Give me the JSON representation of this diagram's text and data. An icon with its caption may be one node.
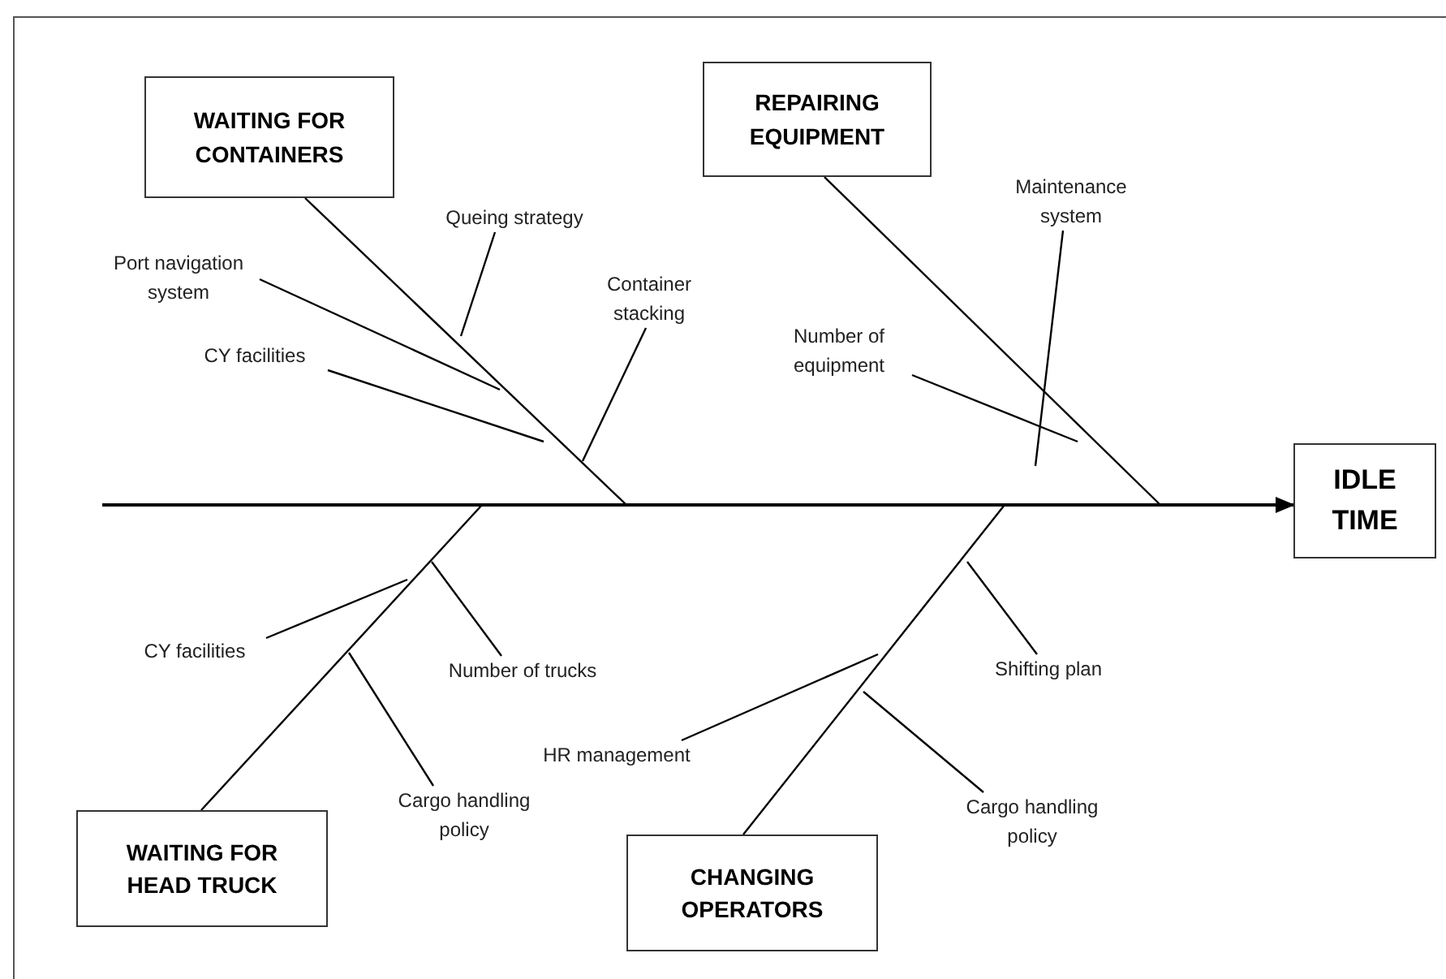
{
  "diagram": {
    "nodes": [
      {
        "text": [
          "WAITING FOR CONTAINERS"
        ]
      },
      {
        "text": [
          "REPAIRING EQUIPMENT"
        ]
      },
      {
        "text": [
          "Maintenance system"
        ]
      },
      {
        "text": [
          "Queing strategy"
        ]
      },
      {
        "text": [
          "Port navigation system"
        ]
      },
      {
        "text": [
          "Container stacking"
        ]
      },
      {
        "text": [
          "Number of equipment"
        ]
      },
      {
        "text": [
          "CY facilities"
        ]
      },
      {
        "text": [
          "IDLE TIME"
        ]
      },
      {
        "text": [
          "CY facilities"
        ]
      },
      {
        "text": [
          "Number of trucks"
        ]
      },
      {
        "text": [
          "Shifting plan"
        ]
      },
      {
        "text": [
          "HR management"
        ]
      },
      {
        "text": [
          "Cargo handling policy"
        ]
      },
      {
        "text": [
          "Cargo handling policy"
        ]
      },
      {
        "text": [
          "WAITING FOR HEAD TRUCK"
        ]
      },
      {
        "text": [
          "CHANGING OPERATORS"
        ]
      }
    ],
    "edges": [
      {
        "from": null,
        "to": 8,
        "arrow": "to"
      },
      {
        "from": 0,
        "to": null,
        "arrow": "none"
      },
      {
        "from": 1,
        "to": null,
        "arrow": "none"
      },
      {
        "from": 15,
        "to": null,
        "arrow": "none"
      },
      {
        "from": 16,
        "to": null,
        "arrow": "none"
      },
      {
        "from": 3,
        "to": null,
        "arrow": "none"
      },
      {
        "from": 4,
        "to": null,
        "arrow": "none"
      },
      {
        "from": 7,
        "to": null,
        "arrow": "none"
      },
      {
        "from": 5,
        "to": null,
        "arrow": "none"
      },
      {
        "from": 2,
        "to": null,
        "arrow": "none"
      },
      {
        "from": 6,
        "to": null,
        "arrow": "none"
      },
      {
        "from": 9,
        "to": null,
        "arrow": "none"
      },
      {
        "from": 10,
        "to": null,
        "arrow": "none"
      },
      {
        "from": 13,
        "to": null,
        "arrow": "none"
      },
      {
        "from": 12,
        "to": null,
        "arrow": "none"
      },
      {
        "from": 11,
        "to": null,
        "arrow": "none"
      },
      {
        "from": 14,
        "to": null,
        "arrow": "none"
      }
    ]
  }
}
